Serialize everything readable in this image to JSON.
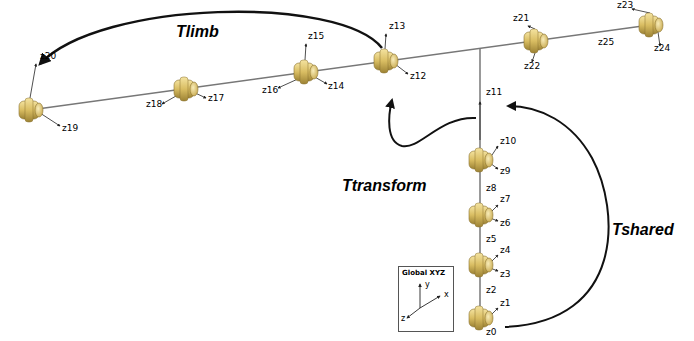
{
  "diagram": {
    "nodes": [
      {
        "text": [
          "Global XYZ",
          "y",
          "x",
          "z"
        ]
      }
    ],
    "labels": [
      "Tlimb",
      "Ttransform",
      "Tshared",
      "z20",
      "z19",
      "z18",
      "z17",
      "z16",
      "z15",
      "z14",
      "z13",
      "z12",
      "z21",
      "z22",
      "z23",
      "z24",
      "z25",
      "z11",
      "z10",
      "z9",
      "z8",
      "z7",
      "z6",
      "z5",
      "z4",
      "z3",
      "z2",
      "z1",
      "z0"
    ]
  }
}
